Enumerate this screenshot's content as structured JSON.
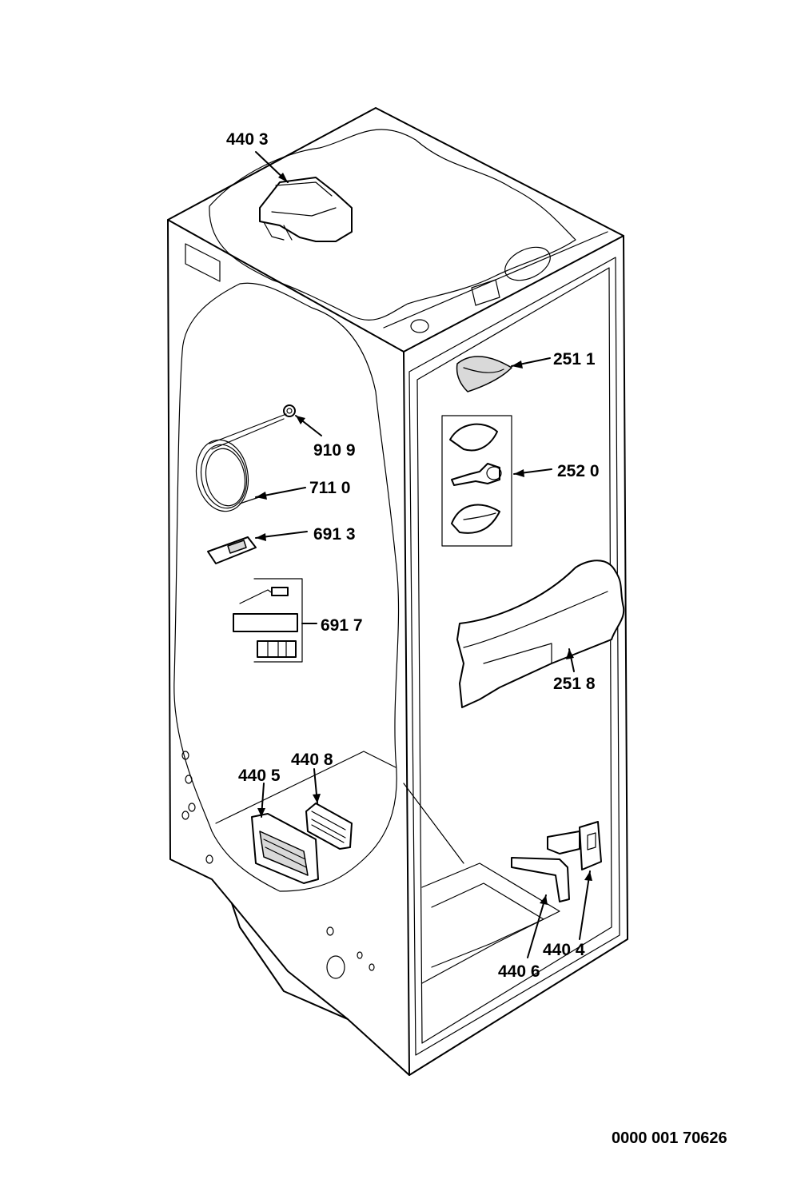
{
  "labels": {
    "p4403": "440 3",
    "p2511": "251 1",
    "p9109": "910 9",
    "p7110": "711 0",
    "p2520": "252 0",
    "p6913": "691 3",
    "p6917": "691 7",
    "p2518": "251 8",
    "p4408": "440 8",
    "p4405": "440 5",
    "p4404": "440 4",
    "p4406": "440 6"
  },
  "document_number": "0000 001 70626",
  "colors": {
    "line": "#000000",
    "background": "#ffffff",
    "part_shade": "#d9d9d9"
  }
}
